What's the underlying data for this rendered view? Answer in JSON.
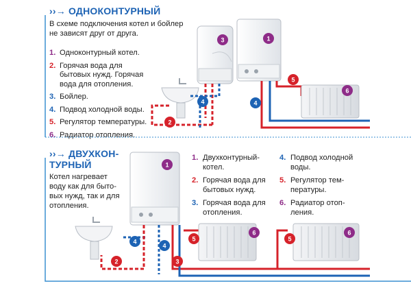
{
  "single": {
    "arrows": "››→",
    "title": "ОДНОКОНТУРНЫЙ",
    "intro_line1": "В схеме подключения котел и бойлер",
    "intro_line2": "не зависят друг от друга.",
    "legend": [
      {
        "num": "1.",
        "text": "Одноконтурный котел."
      },
      {
        "num": "2.",
        "text": "Горячая вода для бытовых нужд. Горячая вода для отопления."
      },
      {
        "num": "3.",
        "text": "Бойлер."
      },
      {
        "num": "4.",
        "text": "Подвод холодной воды."
      },
      {
        "num": "5.",
        "text": "Регулятор температуры."
      },
      {
        "num": "6.",
        "text": "Радиатор отопления."
      }
    ]
  },
  "double": {
    "arrows": "››→",
    "title_line1": "ДВУХКОН-",
    "title_line2": "ТУРНЫЙ",
    "intro": [
      "Котел нагревает",
      "воду как для быто-",
      "вых нужд, так и для",
      "отопления."
    ],
    "legend_col1": [
      {
        "num": "1.",
        "text": "Двухконтурный-котел."
      },
      {
        "num": "2.",
        "text": "Горячая вода для бытовых нужд."
      },
      {
        "num": "3.",
        "text": "Горячая вода для отопления."
      }
    ],
    "legend_col2": [
      {
        "num": "4.",
        "text": "Подвод холодной воды."
      },
      {
        "num": "5.",
        "text": "Регулятор тем- пературы."
      },
      {
        "num": "6.",
        "text": "Радиатор отоп- ления."
      }
    ]
  },
  "badges": {
    "b1": "1",
    "b2": "2",
    "b3": "3",
    "b4": "4",
    "b5": "5",
    "b6": "6"
  },
  "colors": {
    "purple": "#8e2c88",
    "red": "#d6222a",
    "blue": "#1d63b4",
    "title_blue": "#1d63b4",
    "frame": "#3a8fd0"
  }
}
